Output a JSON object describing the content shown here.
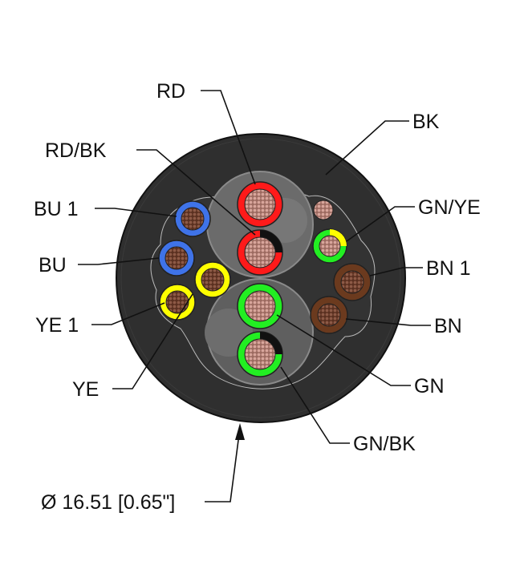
{
  "colors": {
    "jacket": "#2f2f2f",
    "filler": "#6b6b6b",
    "filler_light": "#8a8a8a",
    "copper": "#b98479",
    "red": "#ff1a1a",
    "blue": "#3f73e8",
    "yellow": "#ffff00",
    "green": "#22ee22",
    "brown": "#6b3a1e",
    "black": "#111111"
  },
  "labels": {
    "rd": "RD",
    "bk": "BK",
    "rd_bk": "RD/BK",
    "gn_ye": "GN/YE",
    "bu1": "BU 1",
    "bn1": "BN 1",
    "bu": "BU",
    "ye1": "YE 1",
    "bn": "BN",
    "ye": "YE",
    "gn": "GN",
    "gn_bk": "GN/BK",
    "diameter": "Ø 16.51 [0.65\"]"
  },
  "conductors": [
    {
      "id": "rd",
      "insulation": "red",
      "stripe": "none"
    },
    {
      "id": "rd-bk",
      "insulation": "red",
      "stripe": "black"
    },
    {
      "id": "gn",
      "insulation": "green",
      "stripe": "none"
    },
    {
      "id": "gn-bk",
      "insulation": "green",
      "stripe": "black"
    },
    {
      "id": "bu1",
      "insulation": "blue",
      "stripe": "none"
    },
    {
      "id": "bu",
      "insulation": "blue",
      "stripe": "none"
    },
    {
      "id": "ye",
      "insulation": "yellow",
      "stripe": "none"
    },
    {
      "id": "ye1",
      "insulation": "yellow",
      "stripe": "none"
    },
    {
      "id": "gn-ye",
      "insulation": "green",
      "stripe": "yellow"
    },
    {
      "id": "bn1",
      "insulation": "brown",
      "stripe": "none"
    },
    {
      "id": "bn",
      "insulation": "brown",
      "stripe": "none"
    },
    {
      "id": "drain",
      "insulation": "none",
      "stripe": "none"
    }
  ]
}
